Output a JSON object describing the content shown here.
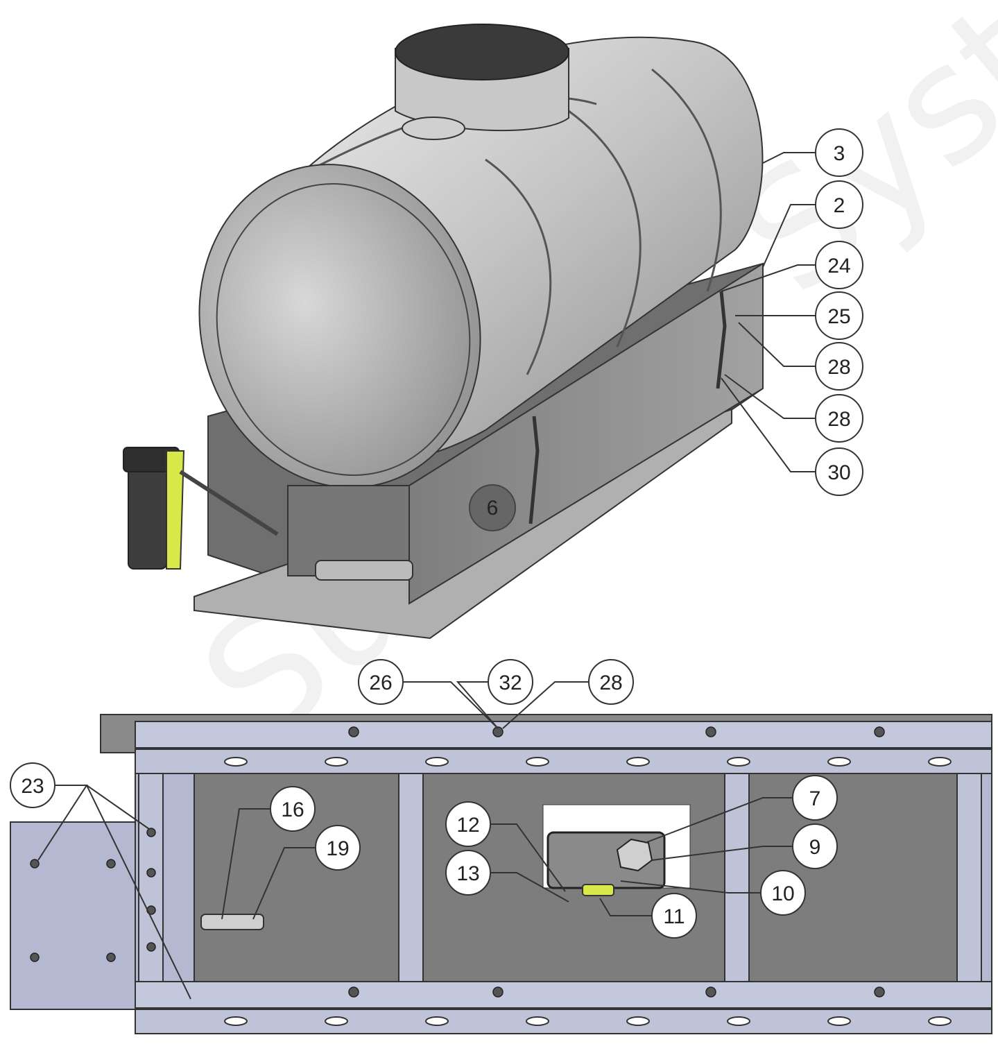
{
  "watermark": "SureFire Systems",
  "views": {
    "isometric": {
      "callouts": [
        "3",
        "2",
        "24",
        "25",
        "28",
        "28",
        "30",
        "6"
      ]
    },
    "top": {
      "callouts": [
        "26",
        "32",
        "28",
        "23",
        "16",
        "19",
        "12",
        "13",
        "7",
        "9",
        "10",
        "11"
      ]
    }
  },
  "colors": {
    "tank": "#bdbdbd",
    "frame": "#b4b8d0",
    "box": "#8c8c8c",
    "accent": "#d8e84a",
    "line": "#333333"
  }
}
